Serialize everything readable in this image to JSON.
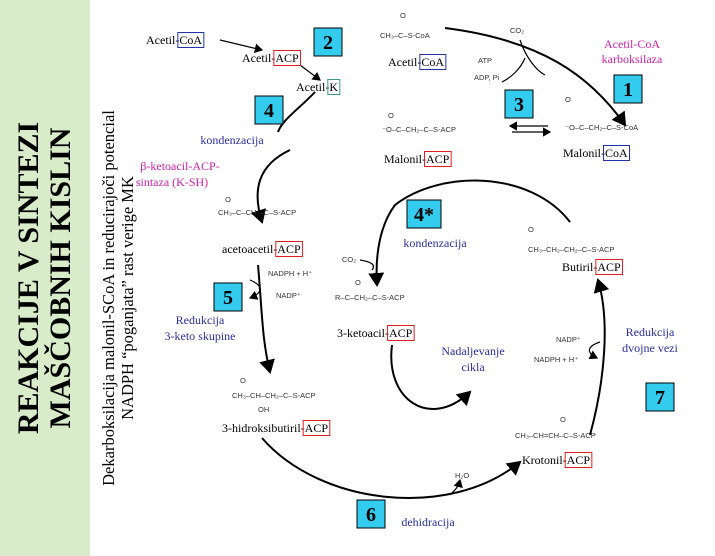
{
  "title": {
    "line1": "REAKCIJE V SINTEZI",
    "line2": "MAŠČOBNIH KISLIN"
  },
  "subtitle": {
    "line1": "Dekarboksilacija malonil-SCoA in reducirajoči potencial",
    "line2": "NADPH “poganjata” rast verige MK"
  },
  "steps": [
    "1",
    "2",
    "3",
    "4",
    "4*",
    "5",
    "6",
    "7"
  ],
  "compounds": {
    "acetil_coa_top_left": {
      "pre": "Acetil-",
      "box": "CoA"
    },
    "acetil_acp": {
      "pre": "Acetil-",
      "box": "ACP"
    },
    "acetil_k": {
      "pre": "Acetil-",
      "box": "K"
    },
    "acetil_coa_top": {
      "pre": "Acetil-",
      "box": "CoA"
    },
    "malonil_acp": {
      "pre": "Malonil-",
      "box": "ACP"
    },
    "malonil_coa": {
      "pre": "Malonil-",
      "box": "CoA"
    },
    "acetoacetil_acp": {
      "pre": "acetoacetil-",
      "box": "ACP"
    },
    "ketoacil_acp": {
      "pre": "3-ketoacil-",
      "box": "ACP"
    },
    "butiril_acp": {
      "pre": "Butiril-",
      "box": "ACP"
    },
    "hidroksibutiril_acp": {
      "pre": "3-hidroksibutiril-",
      "box": "ACP"
    },
    "krotonil_acp": {
      "pre": "Krotonil-",
      "box": "ACP"
    }
  },
  "enzymes": {
    "karboksilaza_line1": "Acetil-CoA",
    "karboksilaza_line2": "karboksilaza",
    "sintaza_line1": "β-ketoacil-ACP-",
    "sintaza_line2": "sintaza (K-SH)"
  },
  "reactions": {
    "kondenzacija1": "kondenzacija",
    "kondenzacija2": "kondenzacija",
    "redukcija_keto_line1": "Redukcija",
    "redukcija_keto_line2": "3-keto skupine",
    "redukcija_dvojne_line1": "Redukcija",
    "redukcija_dvojne_line2": "dvojne vezi",
    "dehidracija": "dehidracija",
    "nadaljevanje_line1": "Nadaljevanje",
    "nadaljevanje_line2": "cikla"
  },
  "cofactors": {
    "co2_top": "CO₂",
    "atp": "ATP",
    "adp_pi": "ADP, Pi",
    "co2_mid": "CO₂",
    "nadph_left": "NADPH + H⁺",
    "nadp_left": "NADP⁺",
    "nadp_right": "NADP⁺",
    "nadph_right": "NADPH + H⁺",
    "h2o": "H₂O"
  },
  "structures": {
    "acetil_coa": "CH₃–C–S-CoA",
    "malonil_acp": "⁻O–C–CH₂–C–S-ACP",
    "malonil_coa": "⁻O–C–CH₂–C–S-CoA",
    "acetoacetil_acp": "CH₃–C–CH₂–C–S-ACP",
    "ketoacil_acp": "R–C–CH₂–C–S-ACP",
    "butiril_acp": "CH₃–CH₂–CH₂–C–S-ACP",
    "hidroksibutiril_acp": "CH₃–CH–CH₂–C–S-ACP",
    "hidroksibutiril_oh": "OH",
    "krotonil_acp": "CH₃–CH=CH–C–S-ACP",
    "carbonyl_o": "O"
  },
  "colors": {
    "sidebar": "#d9ecc9",
    "step_box": "#33ccee",
    "acp_border": "#e02020",
    "coa_border": "#2233aa",
    "enzyme_text": "#cc22aa",
    "reaction_text": "#2b2f9c"
  }
}
